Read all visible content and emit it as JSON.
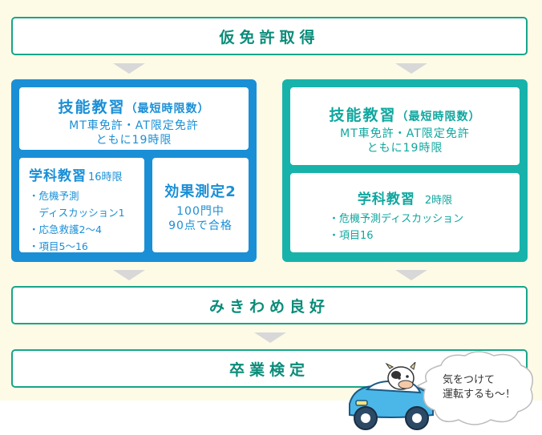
{
  "steps": {
    "provisional": "仮免許取得",
    "mikiwame": "みきわめ良好",
    "graduation": "卒業検定"
  },
  "left": {
    "skill_title": "技能教習",
    "skill_paren": "（最短時限数）",
    "skill_line1": "MT車免許・AT限定免許",
    "skill_line2": "ともに19時限",
    "academic_title": "学科教習",
    "academic_hours": "16時限",
    "academic_items": [
      "・危機予測",
      "　ディスカッション1",
      "・応急救護2〜4",
      "・項目5〜16"
    ],
    "effect_title": "効果測定2",
    "effect_line1": "100門中",
    "effect_line2": "90点で合格"
  },
  "right": {
    "skill_title": "技能教習",
    "skill_paren": "（最短時限数）",
    "skill_line1": "MT車免許・AT限定免許",
    "skill_line2": "ともに19時限",
    "academic_title": "学科教習",
    "academic_hours": "2時限",
    "academic_items": [
      "・危機予測ディスカッション",
      "・項目16"
    ]
  },
  "bubble": {
    "line1": "気をつけて",
    "line2": "運転するも〜！"
  },
  "colors": {
    "blue": "#1a8fd6",
    "teal": "#17b3ab",
    "step_border": "#17a589"
  }
}
